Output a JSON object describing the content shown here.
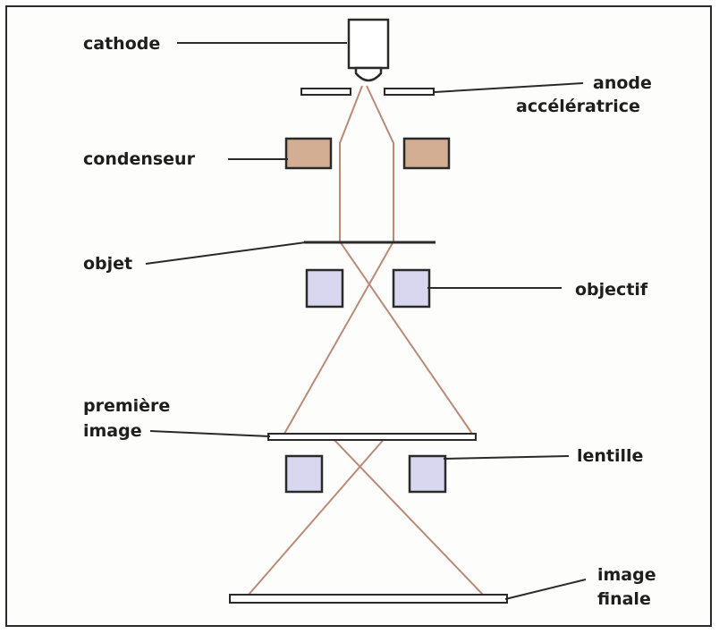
{
  "labels": {
    "cathode": "cathode",
    "anode_line1": "anode",
    "anode_line2": "accélératrice",
    "condenseur": "condenseur",
    "objet": "objet",
    "objectif": "objectif",
    "premiere_line1": "première",
    "premiere_line2": "image",
    "lentille": "lentille",
    "finale_line1": "image",
    "finale_line2": "finale"
  },
  "colors": {
    "beam": "#b98a78",
    "condenser_fill": "#d3ae92",
    "lens_fill": "#d9d6ef",
    "outline": "#2a2a2a"
  }
}
